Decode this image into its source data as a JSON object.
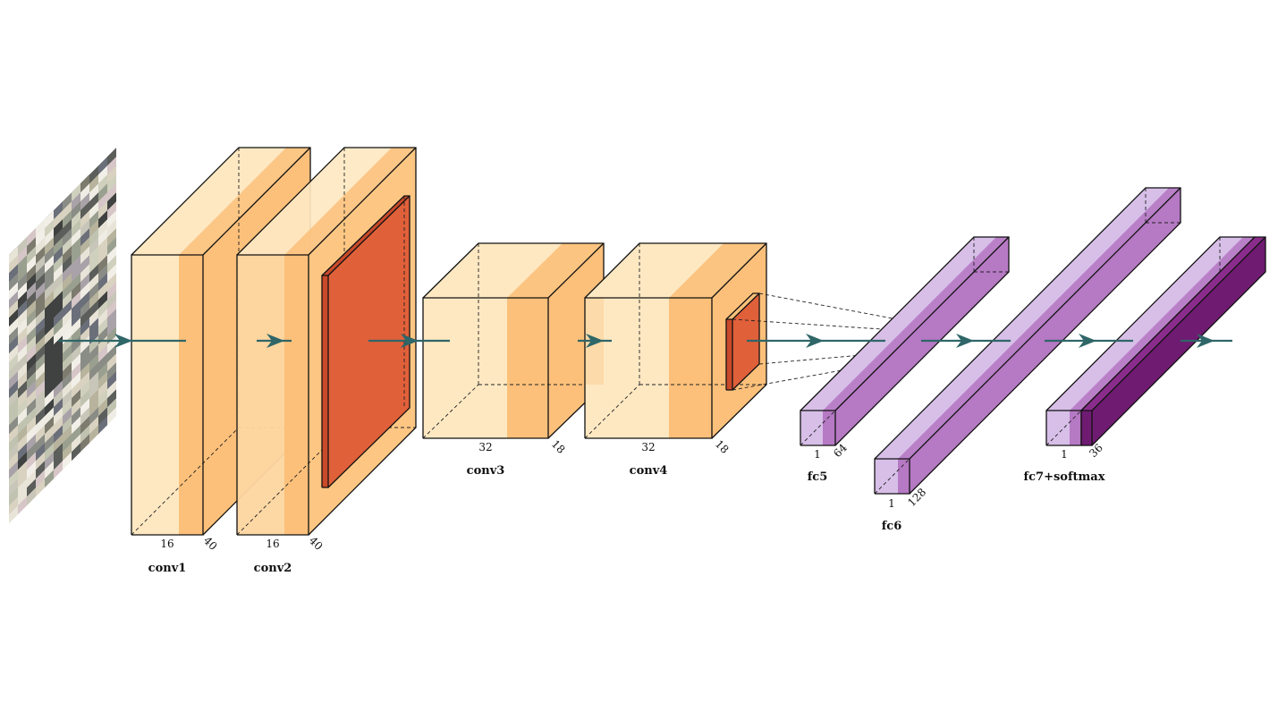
{
  "diagram": {
    "colors": {
      "conv_light": "#fee8c2",
      "conv_band": "#fcc07a",
      "conv_mid": "#fdc783",
      "pool": "#e0603a",
      "fc_light": "#d7bfe8",
      "fc_mid": "#b679c4",
      "fc_dark": "#6f1b72",
      "arrow": "#2f6668",
      "edge": "#111111"
    },
    "input_image": {
      "alt_icon": "input-image-pixelated"
    },
    "layers": [
      {
        "id": "conv1",
        "title": "conv1",
        "width_label": "16",
        "depth_label": "40"
      },
      {
        "id": "conv2",
        "title": "conv2",
        "width_label": "16",
        "depth_label": "40"
      },
      {
        "id": "conv3",
        "title": "conv3",
        "width_label": "32",
        "depth_label": "18"
      },
      {
        "id": "conv4",
        "title": "conv4",
        "width_label": "32",
        "depth_label": "18"
      },
      {
        "id": "fc5",
        "title": "fc5",
        "width_label": "1",
        "depth_label": "64"
      },
      {
        "id": "fc6",
        "title": "fc6",
        "width_label": "1",
        "depth_label": "128"
      },
      {
        "id": "fc7",
        "title": "fc7+softmax",
        "width_label": "1",
        "depth_label": "36"
      }
    ]
  }
}
